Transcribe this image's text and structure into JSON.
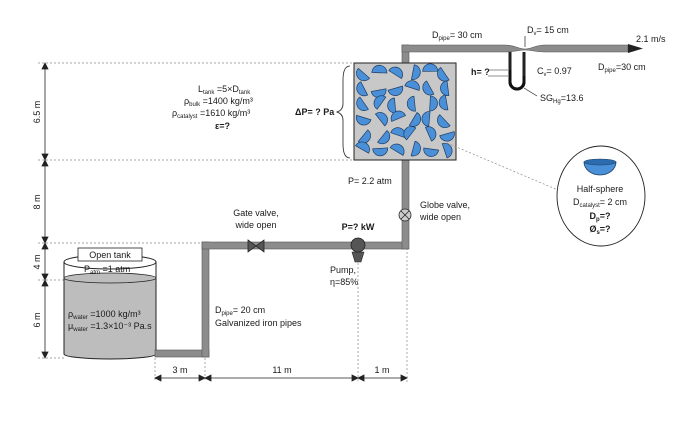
{
  "dims": {
    "h1": "6.5 m",
    "h2": "8 m",
    "h3": "4 m",
    "h4": "6 m",
    "l1": "3 m",
    "l2": "11 m",
    "l3": "1 m"
  },
  "tank": {
    "title": "Open tank",
    "p_atm": "P",
    "p_atm_sub": "atm",
    "p_atm_val": " =1 atm",
    "rho_main": "ρ",
    "rho_sub": "water",
    "rho_val": " =1000 kg/m³",
    "mu_main": "μ",
    "mu_sub": "water",
    "mu_val": " =1.3×10⁻³ Pa.s"
  },
  "pipe_lower": {
    "d_main": "D",
    "d_sub": "pipe",
    "d_val": "= 20 cm",
    "material": "Galvanized iron pipes"
  },
  "gate_valve": {
    "line1": "Gate valve,",
    "line2": "wide open"
  },
  "globe_valve": {
    "line1": "Globe valve,",
    "line2": "wide open"
  },
  "pump": {
    "power": "P=? kW",
    "eff": "Pump,",
    "eff2": "η=85%"
  },
  "pressure": {
    "label": "P= 2.2 atm"
  },
  "bed": {
    "l_main": "L",
    "l_sub": "tank",
    "l_val": " =5×D",
    "l_sub2": "tank",
    "pb_main": "ρ",
    "pb_sub": "bulk",
    "pb_val": " =1400 kg/m³",
    "pc_main": "ρ",
    "pc_sub": "catalyst",
    "pc_val": " =1610 kg/m³",
    "eps": "ε=?",
    "dp": "ΔP= ? Pa"
  },
  "venturi": {
    "d_pipe_main": "D",
    "d_pipe_sub": "pipe",
    "d_pipe_val": "= 30 cm",
    "dv_main": "D",
    "dv_sub": "v",
    "dv_val": "= 15 cm",
    "velocity": "2.1 m/s",
    "h": "h= ?",
    "cv_main": "C",
    "cv_sub": "v",
    "cv_val": "= 0.97",
    "d_pipe2_main": "D",
    "d_pipe2_sub": "pipe",
    "d_pipe2_val": "=30 cm",
    "sg_main": "SG",
    "sg_sub": "Hg",
    "sg_val": "=13.6"
  },
  "particle": {
    "title": "Half-sphere",
    "dc_main": "D",
    "dc_sub": "catalyst",
    "dc_val": "= 2 cm",
    "dp_main": "D",
    "dp_sub": "p",
    "dp_val": "=?",
    "phi_main": "Ø",
    "phi_sub": "s",
    "phi_val": "=?"
  },
  "colors": {
    "pipe": "#8c8c8c",
    "water": "#bdbdbd",
    "catalyst": "#4a90d9",
    "bed_bg": "#c8c8c8"
  }
}
